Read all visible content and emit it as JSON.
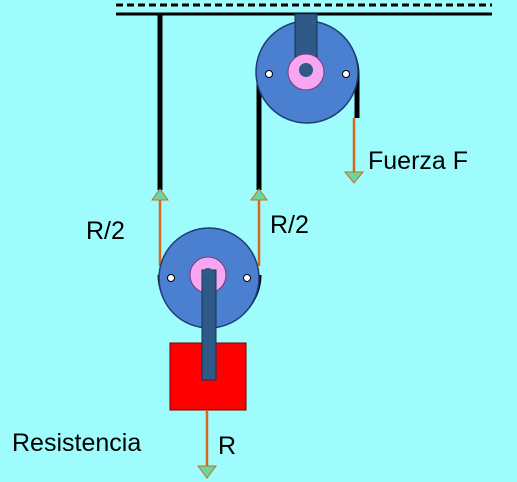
{
  "labels": {
    "force": "Fuerza F",
    "tension_left": "R/2",
    "tension_right": "R/2",
    "resistance": "Resistencia",
    "load": "R"
  },
  "colors": {
    "background": "#9ffcfc",
    "pulley": "#4b7fd0",
    "pulley_edge": "#1e3c78",
    "hub": "#f7a6f2",
    "strap": "#2f5a88",
    "rope": "#000000",
    "arrow_shaft": "#d2691e",
    "arrow_head": "#66d9a0",
    "load_block": "#ff0000"
  },
  "icons": {
    "ceiling": "hatched-ceiling",
    "fixed_pulley": "pulley-icon",
    "movable_pulley": "pulley-icon",
    "load": "weight-block-icon"
  }
}
